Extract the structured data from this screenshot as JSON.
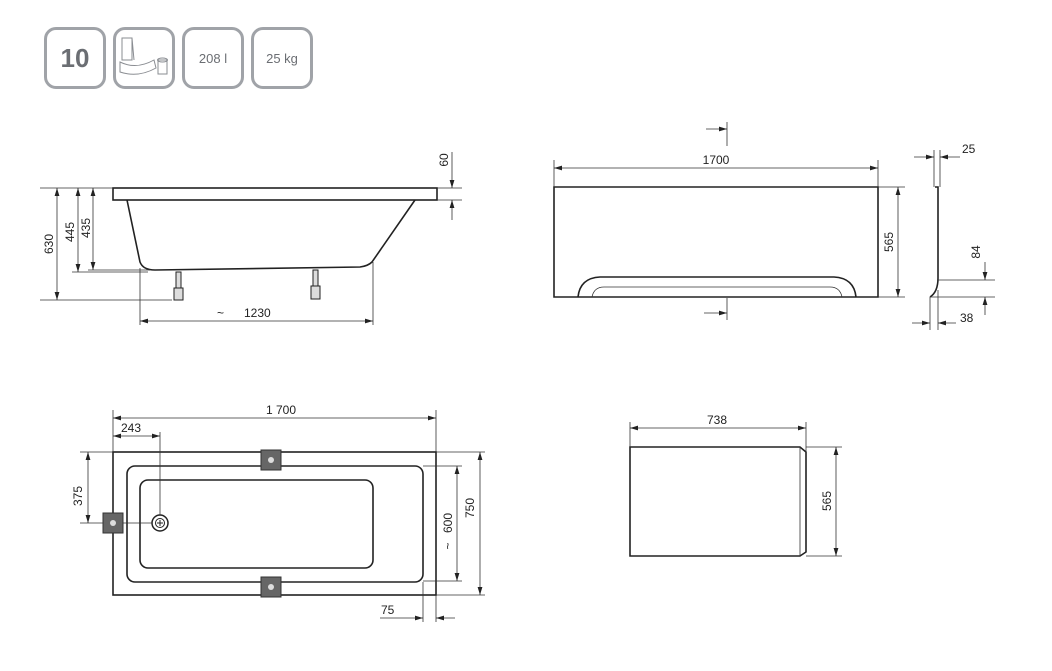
{
  "badges": {
    "series_number": "10",
    "set_icon": "bathtub-set-icon",
    "volume": "208 l",
    "weight": "25 kg"
  },
  "side_view": {
    "height_total": "630",
    "height_445": "445",
    "height_435": "435",
    "rim": "60",
    "bottom_length": "1230",
    "approx": "~"
  },
  "front_panel": {
    "length": "1700",
    "height": "565",
    "thickness": "25",
    "foot_height": "84",
    "foot_depth": "38"
  },
  "top_view": {
    "length": "1 700",
    "drain_offset": "243",
    "half_width": "375",
    "inner_width": "600",
    "approx": "~",
    "width": "750",
    "edge": "75"
  },
  "end_panel": {
    "length": "738",
    "height": "565"
  }
}
